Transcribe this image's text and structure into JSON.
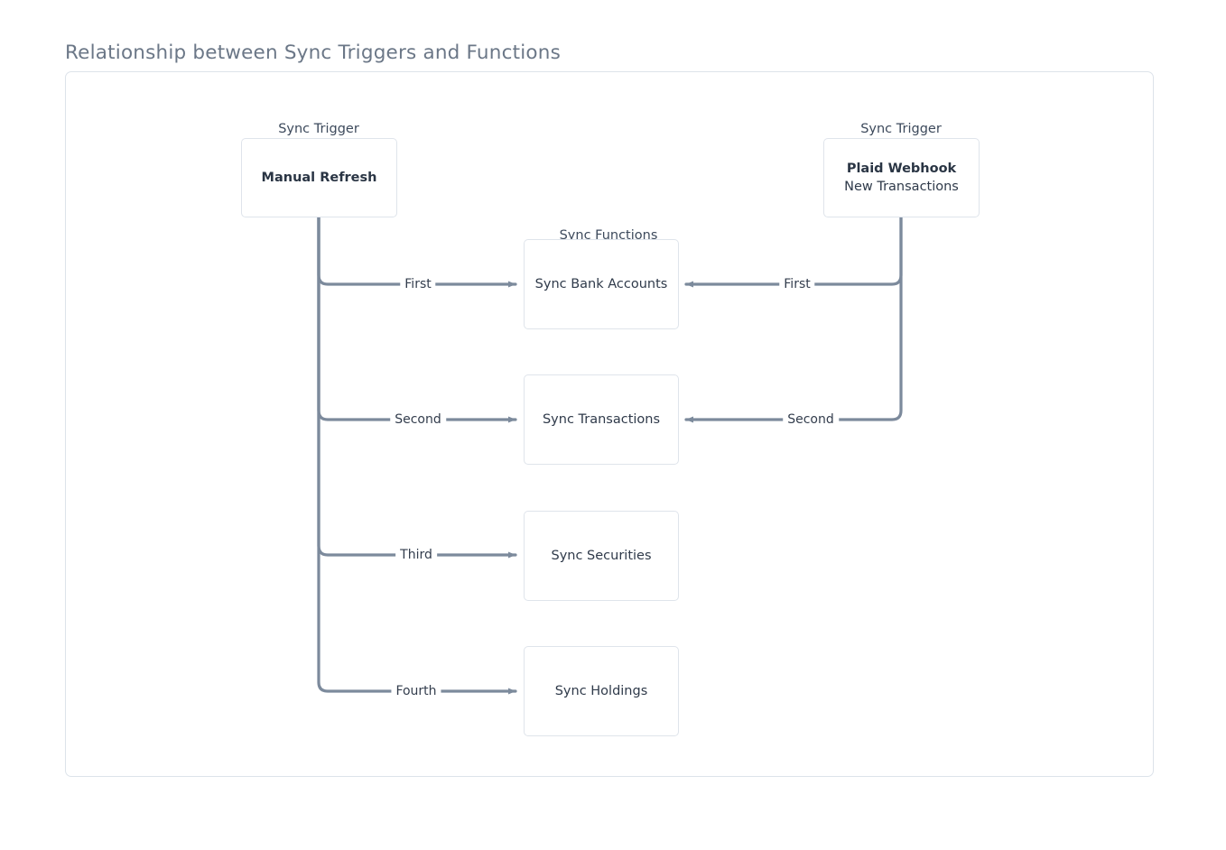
{
  "title": "Relationship between Sync Triggers and Functions",
  "groups": {
    "trigger_left_label": "Sync Trigger",
    "trigger_right_label": "Sync Trigger",
    "functions_label": "Sync Functions"
  },
  "triggers": [
    {
      "id": "manual-refresh",
      "primary": "Manual Refresh",
      "secondary": ""
    },
    {
      "id": "plaid-webhook",
      "primary": "Plaid Webhook",
      "secondary": "New Transactions"
    }
  ],
  "functions": [
    {
      "id": "sync-bank-accounts",
      "label": "Sync Bank Accounts"
    },
    {
      "id": "sync-transactions",
      "label": "Sync Transactions"
    },
    {
      "id": "sync-securities",
      "label": "Sync Securities"
    },
    {
      "id": "sync-holdings",
      "label": "Sync Holdings"
    }
  ],
  "edges": [
    {
      "id": "manual-first",
      "label": "First",
      "from": "manual-refresh",
      "to": "sync-bank-accounts"
    },
    {
      "id": "manual-second",
      "label": "Second",
      "from": "manual-refresh",
      "to": "sync-transactions"
    },
    {
      "id": "manual-third",
      "label": "Third",
      "from": "manual-refresh",
      "to": "sync-securities"
    },
    {
      "id": "manual-fourth",
      "label": "Fourth",
      "from": "manual-refresh",
      "to": "sync-holdings"
    },
    {
      "id": "plaid-first",
      "label": "First",
      "from": "plaid-webhook",
      "to": "sync-bank-accounts"
    },
    {
      "id": "plaid-second",
      "label": "Second",
      "from": "plaid-webhook",
      "to": "sync-transactions"
    }
  ],
  "colors": {
    "edge": "#7c8a9c",
    "panel_border": "#dde3ea",
    "node_border": "#dfe4eb",
    "title_text": "#6b7787",
    "node_text": "#2f3a4a"
  }
}
